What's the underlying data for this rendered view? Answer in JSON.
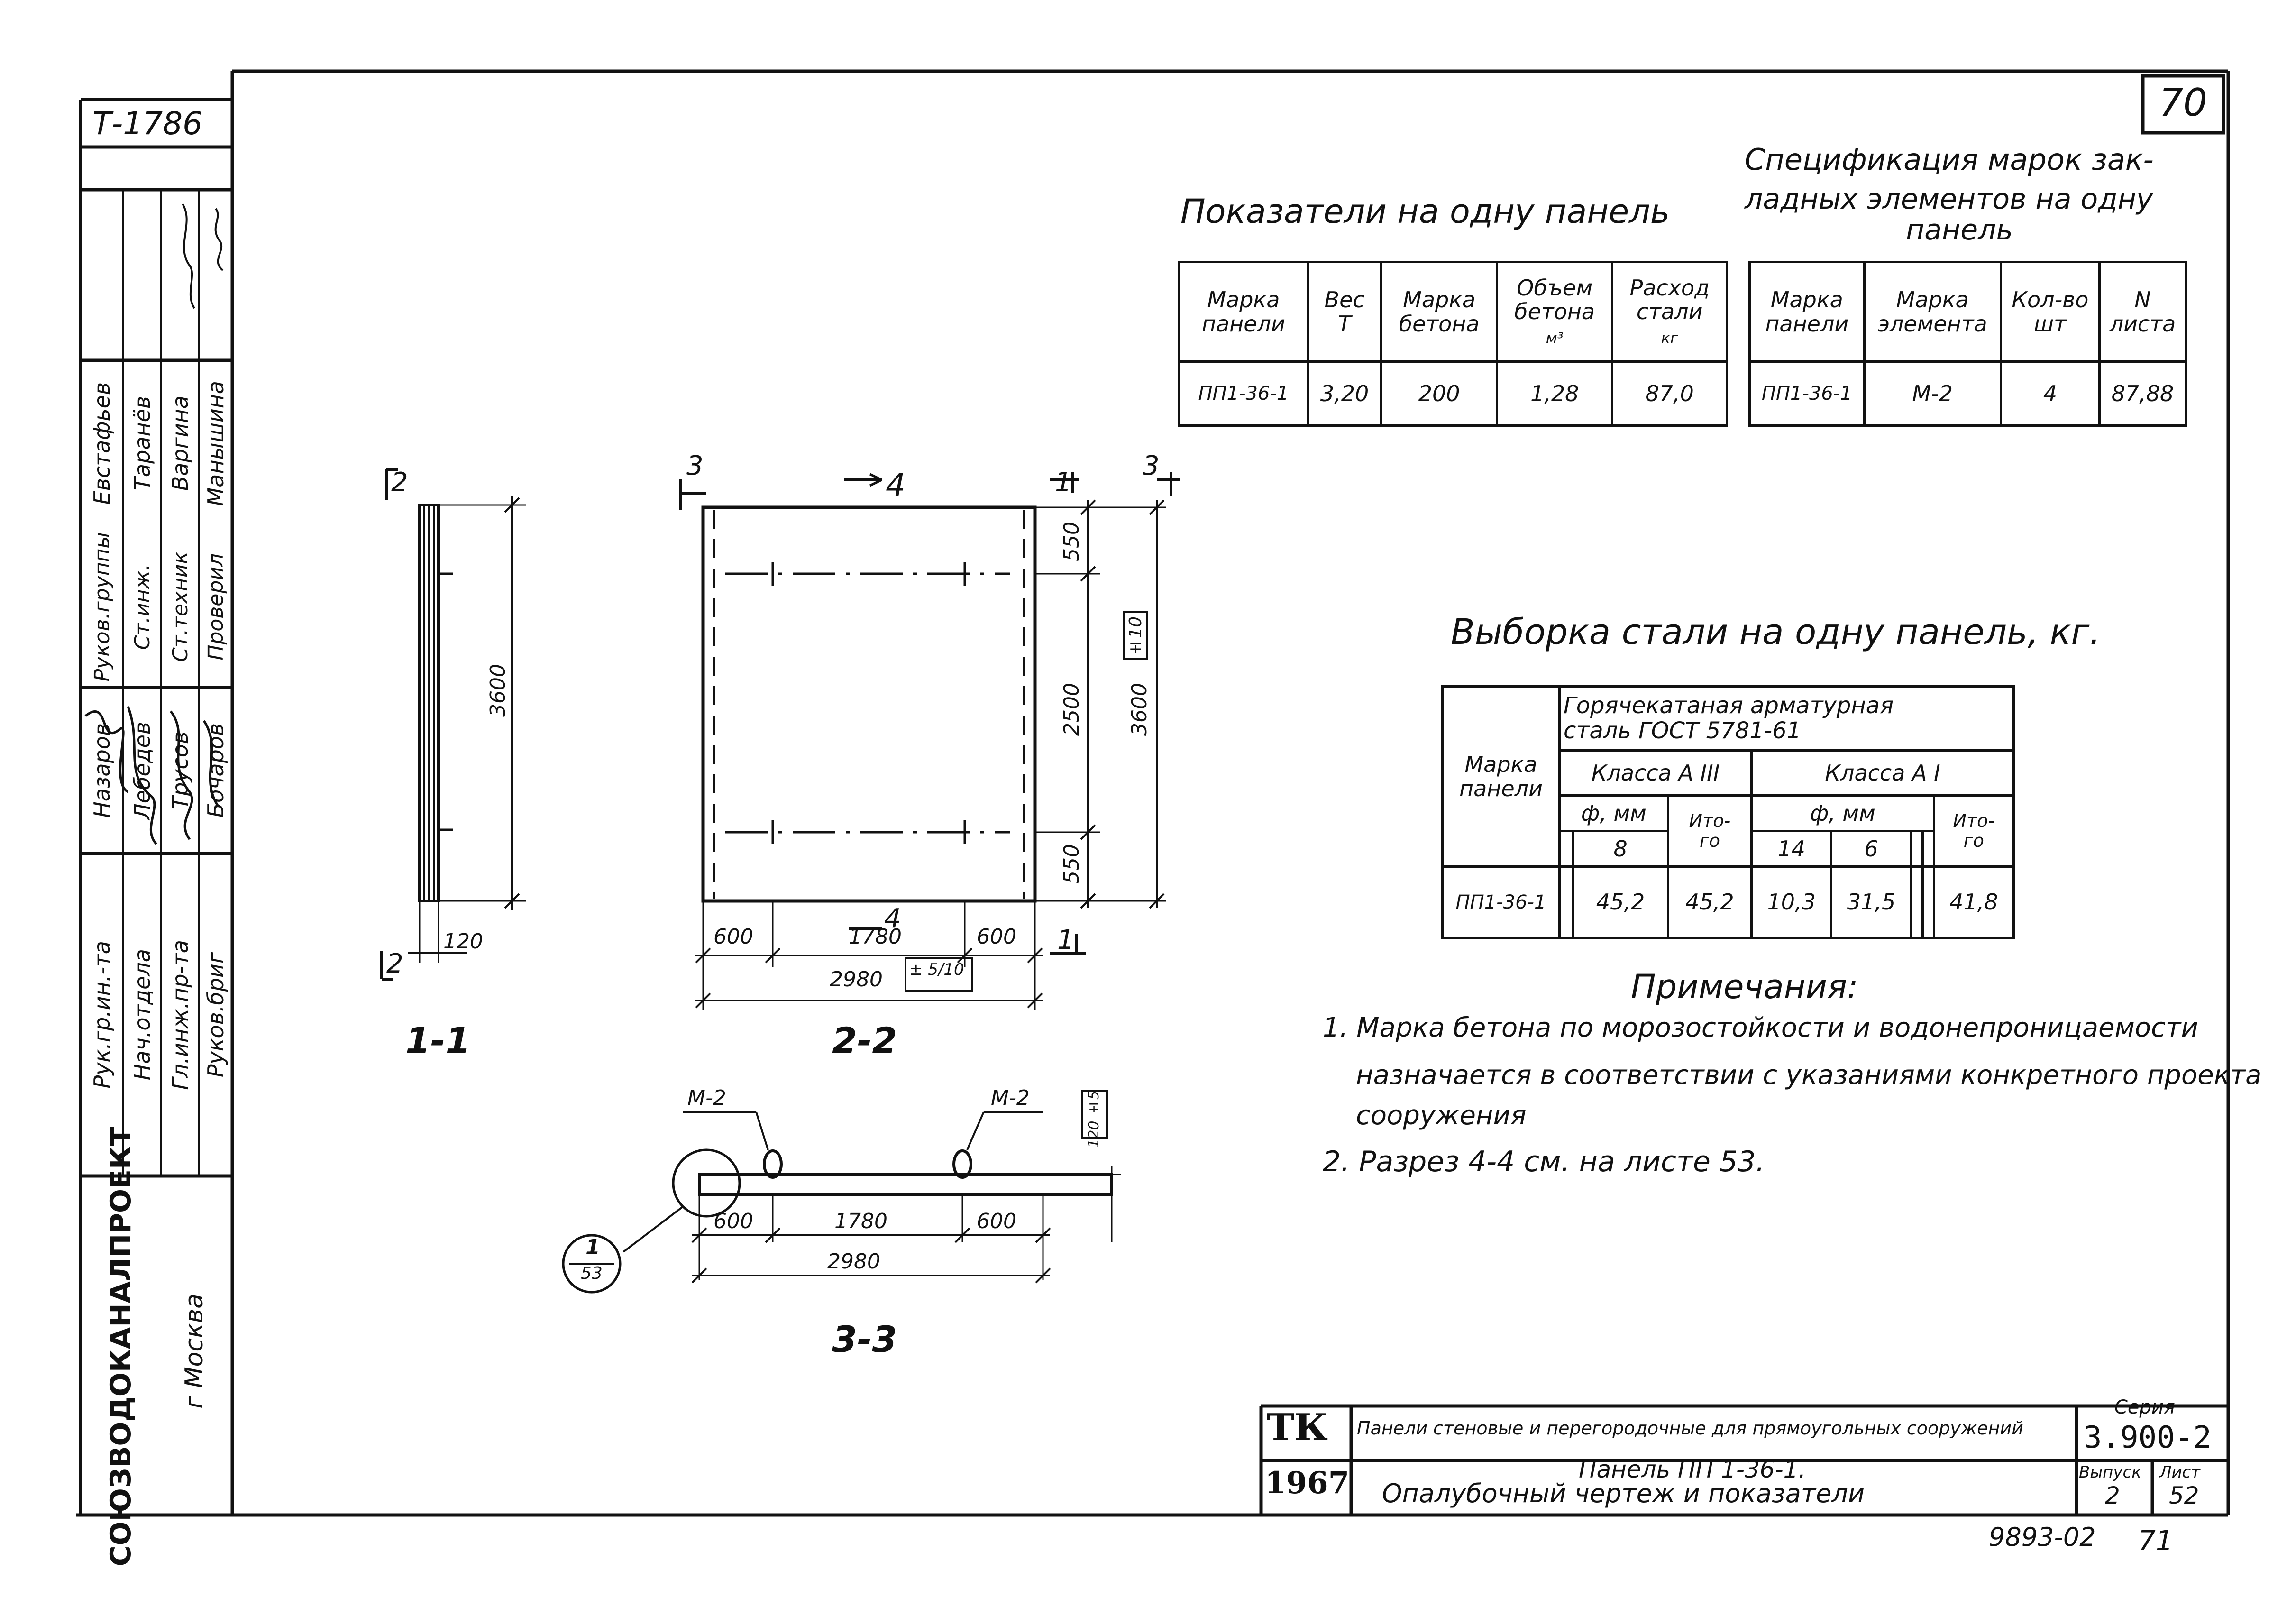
{
  "sheet": {
    "archive_no": "Т-1786",
    "sheet_corner_no": "70",
    "bottom_code": "9893-02",
    "bottom_page": "71"
  },
  "stamp": {
    "organization": "СОЮЗВОДОКАНАЛПРОЕКТ",
    "city": "г Москва",
    "roles": [
      "Рук.гр.ин.-та",
      "Нач.отдела",
      "Гл.инж.пр-та",
      "Руков.бриг",
      "Руков.группы",
      "Ст.инж.",
      "Ст.техник",
      "Проверил"
    ],
    "names": [
      "Назаров",
      "Лебедев",
      "Трусов",
      "Бочаров",
      "Евстафьев",
      "Таранёв",
      "Варгина",
      "Манышина"
    ]
  },
  "indicators": {
    "title": "Показатели на одну панель",
    "headers": [
      [
        "Марка",
        "панели"
      ],
      [
        "Вес",
        "Т"
      ],
      [
        "Марка",
        "бетона"
      ],
      [
        "Объем",
        "бетона",
        "м³"
      ],
      [
        "Расход",
        "стали",
        "кг"
      ]
    ],
    "row": [
      "ПП1-36-1",
      "3,20",
      "200",
      "1,28",
      "87,0"
    ]
  },
  "embedded_spec": {
    "title_line1": "Спецификация марок зак-",
    "title_line2": "ладных элементов на одну",
    "title_line3": "панель",
    "headers": [
      [
        "Марка",
        "панели"
      ],
      [
        "Марка",
        "элемента"
      ],
      [
        "Кол-во",
        "шт"
      ],
      [
        "N",
        "листа"
      ]
    ],
    "row": [
      "ПП1-36-1",
      "М-2",
      "4",
      "87,88"
    ]
  },
  "steel": {
    "title": "Выборка стали на одну панель, кг.",
    "h_panel": [
      "Марка",
      "панели"
    ],
    "h_steel": [
      "Горячекатаная арматурная",
      "сталь ГОСТ 5781-61"
    ],
    "h_class3": "Класса А III",
    "h_class1": "Класса А I",
    "h_phi": "ф, мм",
    "h_total": [
      "Ито-",
      "го"
    ],
    "d8": "8",
    "d14": "14",
    "d6": "6",
    "row": {
      "panel": "ПП1-36-1",
      "v8": "45,2",
      "t3": "45,2",
      "v14": "10,3",
      "v6": "31,5",
      "t1": "41,8"
    }
  },
  "notes": {
    "title": "Примечания:",
    "n1a": "1. Марка бетона по морозостойкости и водонепроницаемости",
    "n1b": "назначается в соответствии с указаниями конкретного проекта",
    "n1c": "сооружения",
    "n2": "2. Разрез 4-4 см. на листе 53."
  },
  "drawings": {
    "s11": {
      "caption": "1-1",
      "height": "3600",
      "thick": "120",
      "mark_top": "2",
      "mark_bot": "2"
    },
    "s22": {
      "caption": "2-2",
      "d_top": "550",
      "d_mid": "2500",
      "d_bot": "550",
      "d_total": "3600",
      "tol_v": "±10",
      "w_left": "600",
      "w_mid": "1780",
      "w_right": "600",
      "w_total": "2980",
      "tol_h": "± 5/10",
      "m3": "3",
      "m4": "4",
      "m1": "1"
    },
    "s33": {
      "caption": "3-3",
      "elem_l": "М-2",
      "elem_r": "М-2",
      "w_left": "600",
      "w_mid": "1780",
      "w_right": "600",
      "w_total": "2980",
      "thick": "120 ±5",
      "node_num": "1",
      "node_sheet": "53"
    }
  },
  "titleblock": {
    "tk": "ТК",
    "year": "1967",
    "subject": "Панели стеновые и перегородочные для прямоугольных сооружений",
    "drawing_line1": "Панель ПП 1-36-1.",
    "drawing_line2": "Опалубочный чертеж и показатели",
    "series_label": "Серия",
    "series": "3.900-2",
    "issue_label": "Выпуск",
    "issue": "2",
    "sheet_label": "Лист",
    "sheet": "52"
  }
}
